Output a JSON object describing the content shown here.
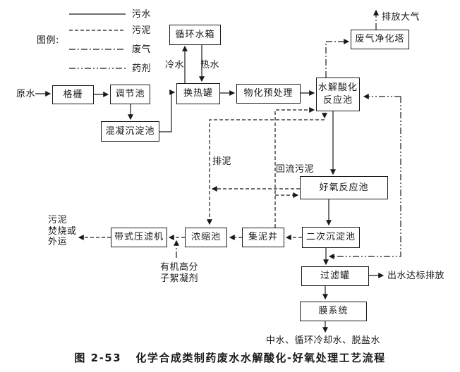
{
  "legend": {
    "title": "图例:",
    "items": [
      {
        "label": "污水",
        "style": "solid"
      },
      {
        "label": "污泥",
        "style": "dashed"
      },
      {
        "label": "废气",
        "style": "dash-dot"
      },
      {
        "label": "药剂",
        "style": "dash-dot-dot"
      }
    ]
  },
  "nodes": {
    "bar_screen": "格栅",
    "regulating_tank": "调节池",
    "coagulation_sedimentation_tank": "混凝沉淀池",
    "heat_exchange_tank": "换热罐",
    "circulating_water_tank": "循环水箱",
    "physicochemical_pretreatment": "物化预处理",
    "hydrolysis_acidification_tank": "水解酸化\n反应池",
    "waste_gas_purification_tower": "废气净化塔",
    "aerobic_reaction_tank": "好氧反应池",
    "secondary_sedimentation_tank": "二次沉淀池",
    "sludge_collection_well": "集泥井",
    "thickening_tank": "浓缩池",
    "belt_filter_press": "带式压滤机",
    "filter_tank": "过滤罐",
    "membrane_system": "膜系统"
  },
  "labels": {
    "raw_water": "原水",
    "cold_water": "冷水",
    "hot_water": "热水",
    "discharge_to_atmosphere": "排放大气",
    "sludge_discharge": "排泥",
    "return_sludge": "回流污泥",
    "sludge_disposal": "污泥\n焚烧或\n外运",
    "organic_flocculant": "有机高分\n子絮凝剂",
    "effluent_discharge": "出水达标排放",
    "product_water": "中水、循环冷却水、脱盐水"
  },
  "caption": "图 2-53   化学合成类制药废水水解酸化-好氧处理工艺流程",
  "colors": {
    "line": "#1a1a1a",
    "background": "#ffffff"
  }
}
